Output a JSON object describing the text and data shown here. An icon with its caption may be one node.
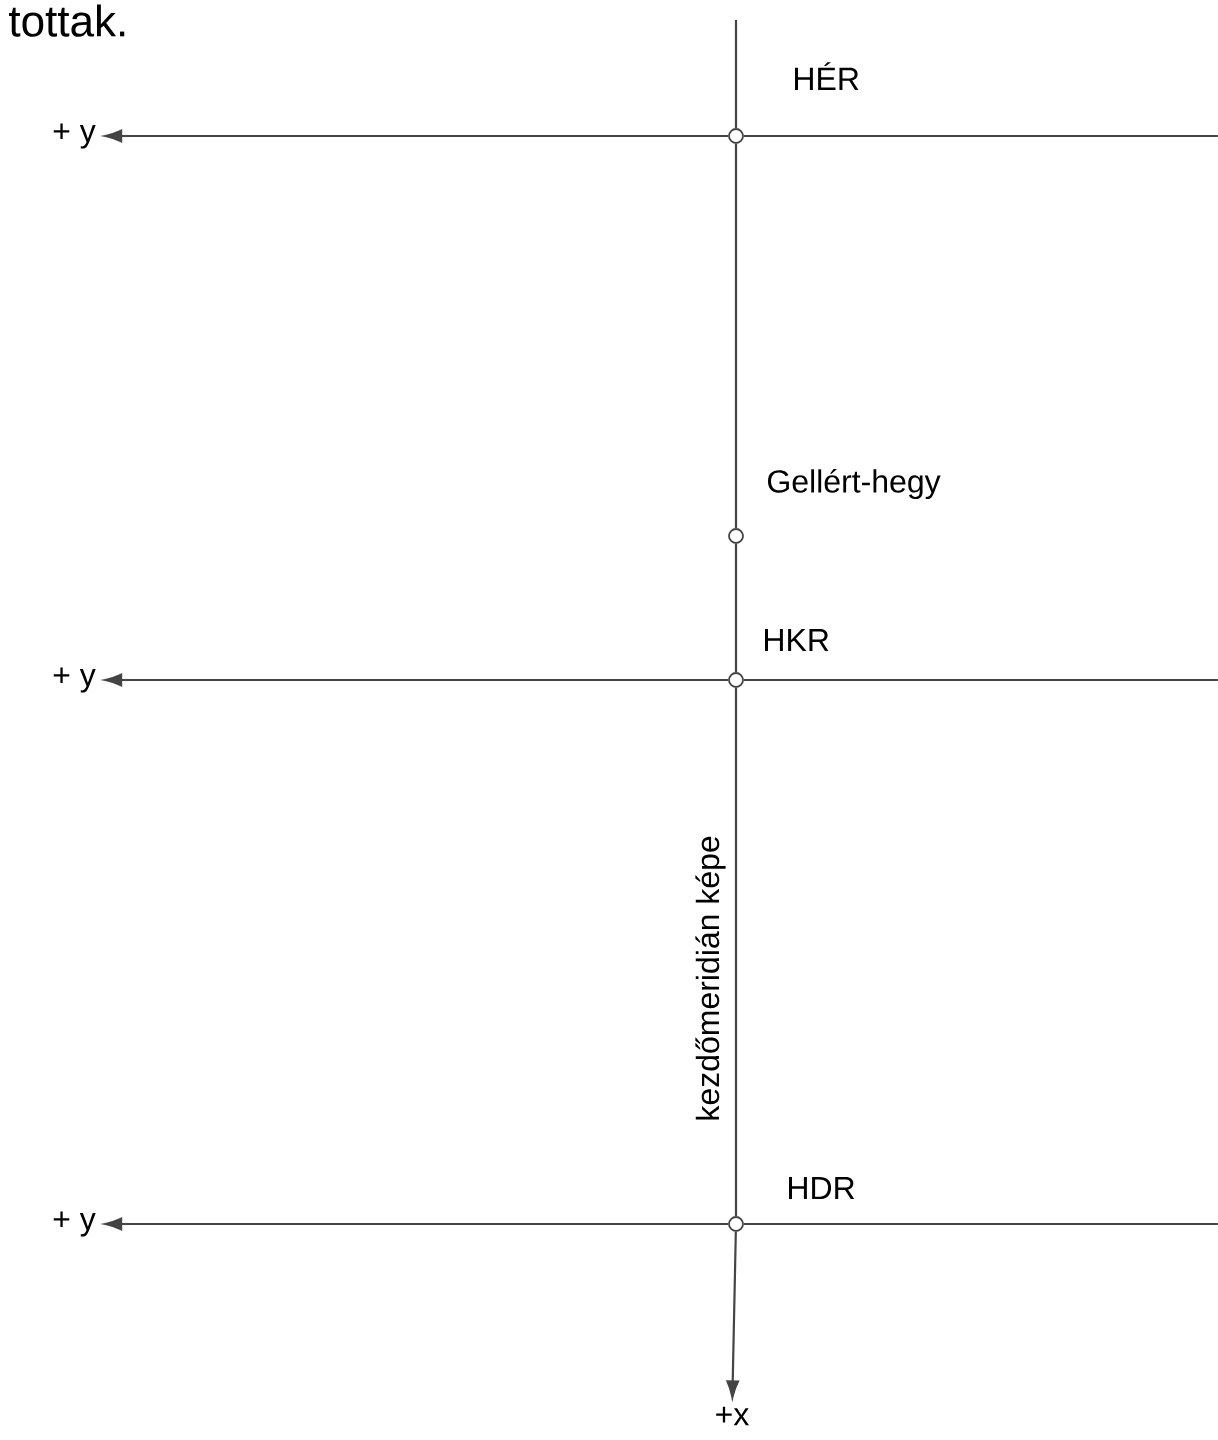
{
  "diagram": {
    "nodes": [
      {
        "text": [
          "+ y"
        ]
      },
      {
        "text": [],
        "shape": "circle",
        "beside": [
          "HÉR"
        ]
      },
      {
        "text": [],
        "shape": "circle",
        "beside": [
          "Gellért-hegy"
        ]
      },
      {
        "text": [
          "+ y"
        ]
      },
      {
        "text": [],
        "shape": "circle",
        "beside": [
          "HKR"
        ]
      },
      {
        "text": [
          "+ y"
        ]
      },
      {
        "text": [],
        "shape": "circle",
        "beside": [
          "HDR"
        ]
      },
      {
        "text": [
          "+x"
        ]
      }
    ],
    "edges": [
      {
        "from": null,
        "to": 1,
        "arrow": "none"
      },
      {
        "from": null,
        "to": 1,
        "arrow": "none"
      },
      {
        "from": 1,
        "to": 0,
        "arrow": "to"
      },
      {
        "from": 1,
        "to": 2,
        "arrow": "none"
      },
      {
        "from": 2,
        "to": 4,
        "arrow": "none"
      },
      {
        "from": null,
        "to": 4,
        "arrow": "none"
      },
      {
        "from": 4,
        "to": 3,
        "arrow": "to"
      },
      {
        "from": 4,
        "to": 6,
        "arrow": "none",
        "label": "kezdőmeridián képe"
      },
      {
        "from": null,
        "to": 6,
        "arrow": "none"
      },
      {
        "from": 6,
        "to": 5,
        "arrow": "to"
      },
      {
        "from": 6,
        "to": 7,
        "arrow": "to"
      }
    ],
    "labels": [
      "tottak."
    ]
  }
}
